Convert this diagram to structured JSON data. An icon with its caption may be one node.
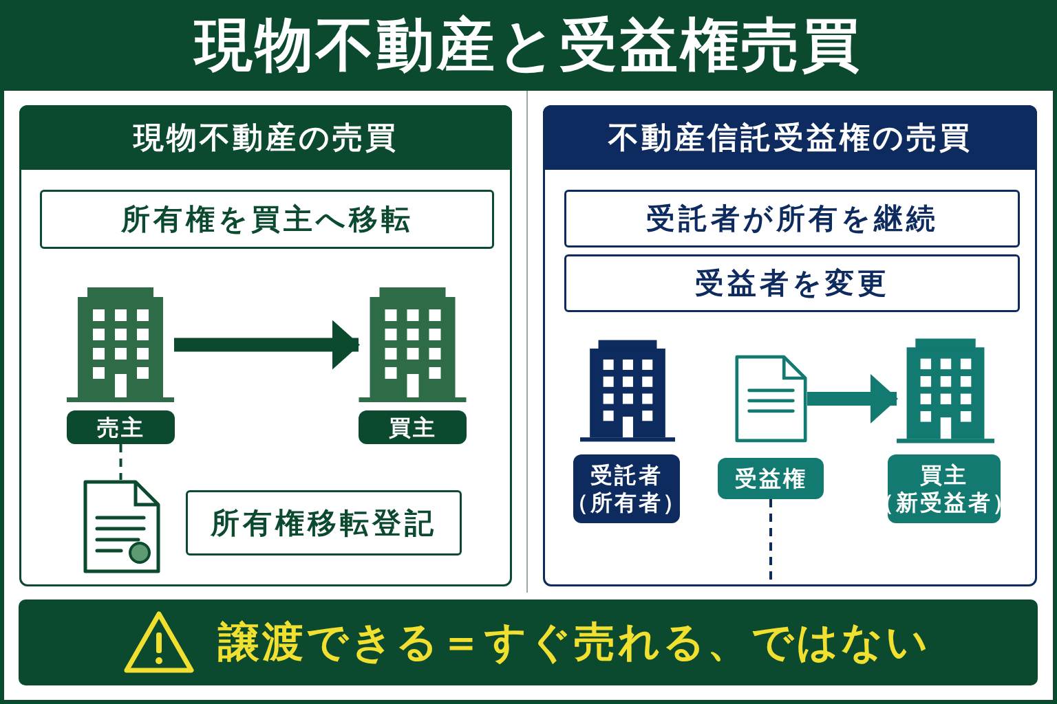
{
  "diagram": {
    "title": "現物不動産と受益権売買",
    "nodes": [
      {
        "text": [
          "現物不動産の売買"
        ]
      },
      {
        "text": [
          "所有権を買主へ移転"
        ],
        "in": 0
      },
      {
        "text": [],
        "shape": "building",
        "in": 0
      },
      {
        "text": [],
        "shape": "building",
        "in": 0
      },
      {
        "text": [
          "売主"
        ],
        "in": 0
      },
      {
        "text": [
          "買主"
        ],
        "in": 0
      },
      {
        "text": [],
        "shape": "document",
        "in": 0
      },
      {
        "text": [
          "所有権移転登記"
        ],
        "in": 0
      },
      {
        "text": [
          "不動産信託受益権の売買"
        ]
      },
      {
        "text": [
          "受託者が所有を継続"
        ],
        "in": 8
      },
      {
        "text": [
          "受益者を変更"
        ],
        "in": 8
      },
      {
        "text": [],
        "shape": "building",
        "in": 8
      },
      {
        "text": [],
        "shape": "document",
        "in": 8
      },
      {
        "text": [],
        "shape": "building",
        "in": 8
      },
      {
        "text": [
          "受託者（所有者）"
        ],
        "in": 8
      },
      {
        "text": [
          "受益権"
        ],
        "in": 8
      },
      {
        "text": [
          "買主（新受益者）"
        ],
        "in": 8
      },
      {
        "text": [
          "譲渡できる＝すぐ売れる、ではない"
        ]
      }
    ],
    "edges": [
      {
        "from": 2,
        "to": 3,
        "arrow": "to",
        "style": "thick",
        "color": "#0b4a2e"
      },
      {
        "from": 4,
        "to": 6,
        "arrow": "none",
        "style": "dashed",
        "color": "#0b4a2e"
      },
      {
        "from": 12,
        "to": 13,
        "arrow": "to",
        "style": "thick",
        "color": "#127a70"
      },
      {
        "from": 15,
        "to": null,
        "arrow": "none",
        "style": "dashed",
        "color": "#0d2b5e"
      }
    ]
  }
}
